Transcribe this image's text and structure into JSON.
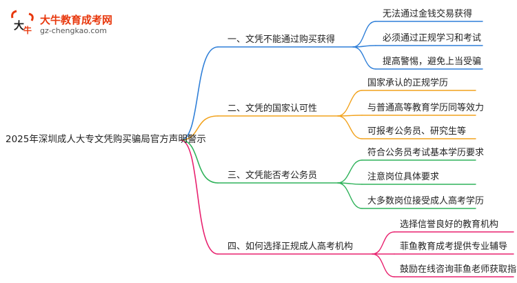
{
  "logo": {
    "title": "大牛教育成考网",
    "url": "gz-chengkao.com",
    "mark_text": "大牛"
  },
  "mindmap": {
    "root": "2025年深圳成人大专文凭购买骗局官方声明警示",
    "branches": [
      {
        "label": "一、文凭不能通过购买获得",
        "color": "#2f7fd8",
        "leaves": [
          "无法通过金钱交易获得",
          "必须通过正规学习和考试",
          "提高警惕，避免上当受骗"
        ]
      },
      {
        "label": "二、文凭的国家认可性",
        "color": "#f2a21c",
        "leaves": [
          "国家承认的正规学历",
          "与普通高等教育学历同等效力",
          "可报考公务员、研究生等"
        ]
      },
      {
        "label": "三、文凭能否考公务员",
        "color": "#2fb25a",
        "leaves": [
          "符合公务员考试基本学历要求",
          "注意岗位具体要求",
          "大多数岗位接受成人高考学历"
        ]
      },
      {
        "label": "四、如何选择正规成人高考机构",
        "color": "#e8206e",
        "leaves": [
          "选择信誉良好的教育机构",
          "菲鱼教育成考提供专业辅导",
          "鼓励在线咨询菲鱼老师获取指导"
        ]
      }
    ]
  }
}
